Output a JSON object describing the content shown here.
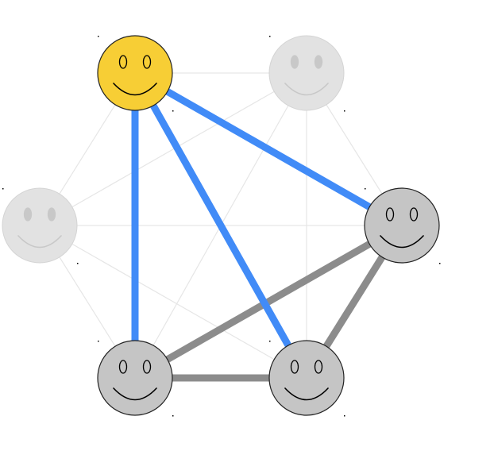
{
  "graph": {
    "nodes": [
      {
        "id": "n1",
        "state": "highlighted"
      },
      {
        "id": "n2",
        "state": "faded"
      },
      {
        "id": "n3",
        "state": "faded"
      },
      {
        "id": "n4",
        "state": "active"
      },
      {
        "id": "n5",
        "state": "active"
      },
      {
        "id": "n6",
        "state": "active"
      }
    ],
    "edges": [
      {
        "from": "n1",
        "to": "n2",
        "style": "faint"
      },
      {
        "from": "n1",
        "to": "n3",
        "style": "faint"
      },
      {
        "from": "n2",
        "to": "n3",
        "style": "faint"
      },
      {
        "from": "n2",
        "to": "n4",
        "style": "faint"
      },
      {
        "from": "n2",
        "to": "n5",
        "style": "faint"
      },
      {
        "from": "n2",
        "to": "n6",
        "style": "faint"
      },
      {
        "from": "n3",
        "to": "n4",
        "style": "faint"
      },
      {
        "from": "n3",
        "to": "n5",
        "style": "faint"
      },
      {
        "from": "n3",
        "to": "n6",
        "style": "faint"
      },
      {
        "from": "n1",
        "to": "n4",
        "style": "selected"
      },
      {
        "from": "n1",
        "to": "n5",
        "style": "selected"
      },
      {
        "from": "n1",
        "to": "n6",
        "style": "selected"
      },
      {
        "from": "n4",
        "to": "n5",
        "style": "active"
      },
      {
        "from": "n4",
        "to": "n6",
        "style": "active"
      },
      {
        "from": "n5",
        "to": "n6",
        "style": "active"
      }
    ]
  },
  "colors": {
    "highlighted_fill": "#F7CE35",
    "active_fill": "#C5C5C5",
    "faded_fill": "#E2E2E2",
    "faded_feature": "#C8C8C8",
    "feature": "#000000",
    "selected_edge": "#418BF7",
    "active_edge": "#8C8C8C",
    "faint_edge": "#E6E6E6"
  },
  "icons": {
    "node": "smiley-face-icon"
  }
}
